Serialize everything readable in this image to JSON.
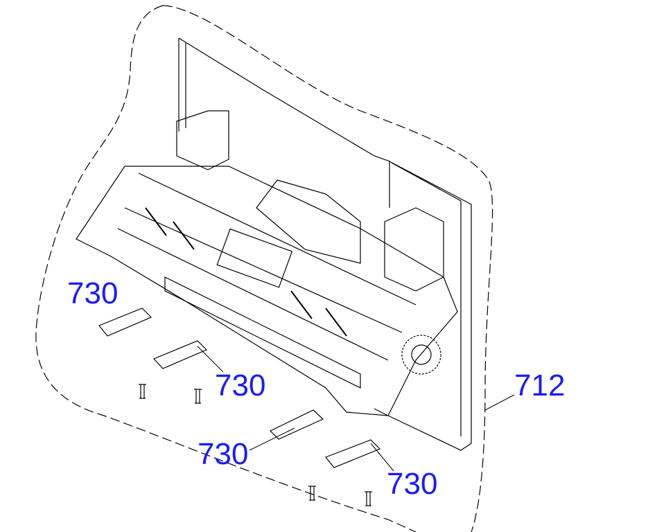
{
  "diagram": {
    "label_color": "#1a1aff",
    "callouts": [
      {
        "id": "730-a",
        "text": "730"
      },
      {
        "id": "730-b",
        "text": "730"
      },
      {
        "id": "730-c",
        "text": "730"
      },
      {
        "id": "730-d",
        "text": "730"
      },
      {
        "id": "712",
        "text": "712"
      }
    ]
  }
}
